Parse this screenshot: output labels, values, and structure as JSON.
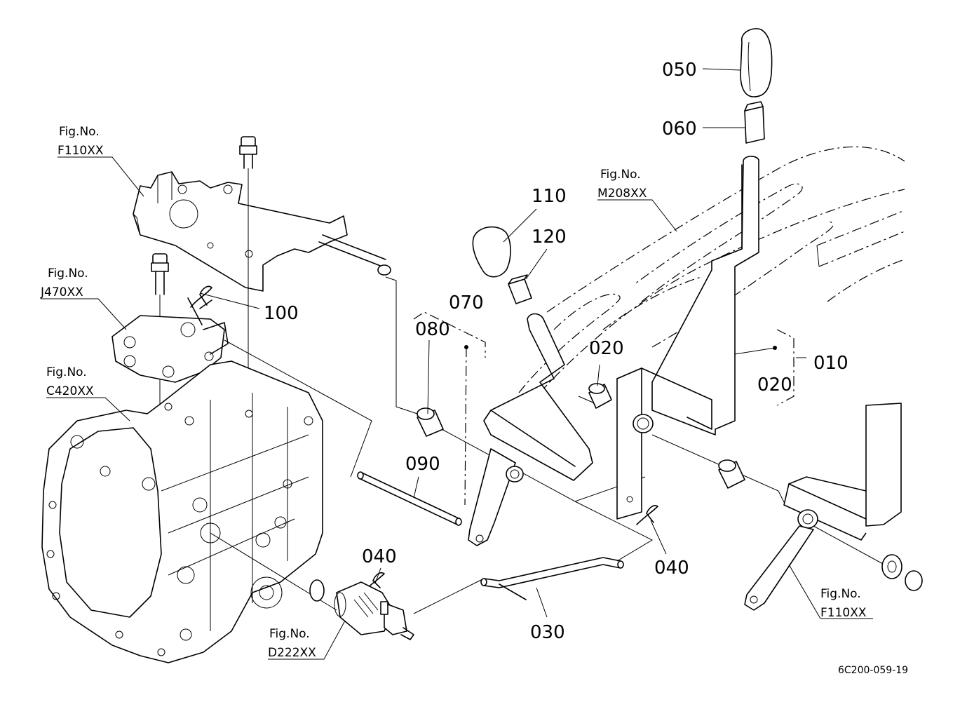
{
  "callouts": {
    "c050": "050",
    "c060": "060",
    "c110": "110",
    "c120": "120",
    "c100": "100",
    "c070": "070",
    "c080": "080",
    "c020a": "020",
    "c020b": "020",
    "c010": "010",
    "c090": "090",
    "c040a": "040",
    "c040b": "040",
    "c030": "030"
  },
  "figure_refs": {
    "fig_label": "Fig.No.",
    "f110_top": "F110XX",
    "j470": "J470XX",
    "c420": "C420XX",
    "m208": "M208XX",
    "d222": "D222XX",
    "f110_bottom": "F110XX"
  },
  "drawing_code": "6C200-059-19"
}
